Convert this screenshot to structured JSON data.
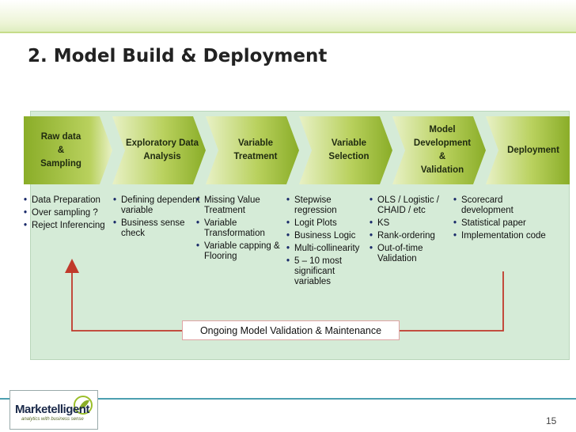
{
  "slide": {
    "title": "2. Model Build & Deployment",
    "page_number": "15"
  },
  "colors": {
    "accent": "#8aad28",
    "panel": "#d5ebd7",
    "loop": "#c0392b"
  },
  "steps": [
    {
      "label": "Raw data\n&\nSampling"
    },
    {
      "label": "Exploratory Data\nAnalysis"
    },
    {
      "label": "Variable\nTreatment"
    },
    {
      "label": "Variable\nSelection"
    },
    {
      "label": "Model\nDevelopment\n&\nValidation"
    },
    {
      "label": "Deployment"
    }
  ],
  "bullets": [
    [
      "Data Preparation",
      "Over sampling ?",
      "Reject Inferencing"
    ],
    [
      "Defining dependent variable",
      "Business sense check"
    ],
    [
      "Missing Value Treatment",
      "Variable Transformation",
      "Variable capping & Flooring"
    ],
    [
      "Stepwise regression",
      "Logit Plots",
      "Business Logic",
      "Multi-collinearity",
      "5 – 10 most significant variables"
    ],
    [
      "OLS / Logistic / CHAID / etc",
      "KS",
      "Rank-ordering",
      "Out-of-time Validation"
    ],
    [
      "Scorecard development",
      "Statistical paper",
      "Implementation code"
    ]
  ],
  "loop": {
    "label": "Ongoing Model Validation & Maintenance"
  },
  "logo": {
    "name": "Marketelligent",
    "tagline": "analytics with business sense",
    "icon": "leaf-logo-icon"
  }
}
